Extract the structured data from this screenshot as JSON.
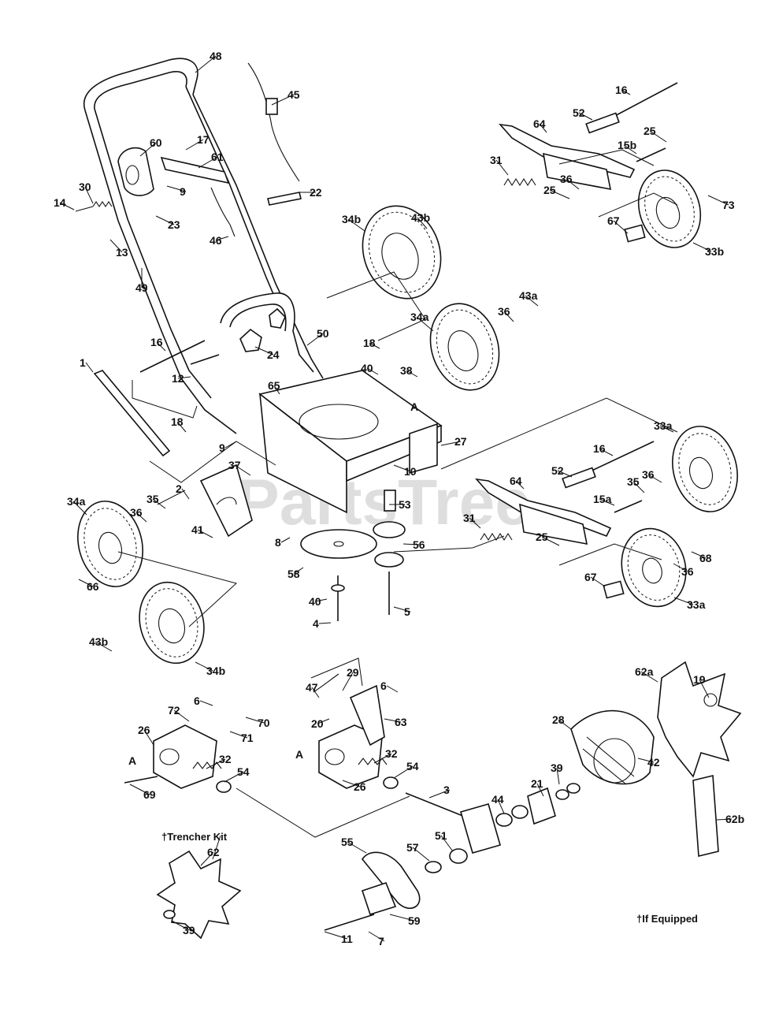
{
  "watermark": "PartsTree",
  "kit_heading": "†Trencher Kit",
  "footnote": "†If Equipped",
  "reference_marks": [
    "A",
    "A",
    "A"
  ],
  "callouts": [
    {
      "id": "c48",
      "label": "48"
    },
    {
      "id": "c45",
      "label": "45"
    },
    {
      "id": "c60",
      "label": "60"
    },
    {
      "id": "c17",
      "label": "17"
    },
    {
      "id": "c61",
      "label": "61"
    },
    {
      "id": "c30",
      "label": "30"
    },
    {
      "id": "c14",
      "label": "14"
    },
    {
      "id": "c9a",
      "label": "9"
    },
    {
      "id": "c22",
      "label": "22"
    },
    {
      "id": "c23",
      "label": "23"
    },
    {
      "id": "c13",
      "label": "13"
    },
    {
      "id": "c46",
      "label": "46"
    },
    {
      "id": "c49",
      "label": "49"
    },
    {
      "id": "c16a",
      "label": "16"
    },
    {
      "id": "c52a",
      "label": "52"
    },
    {
      "id": "c64a",
      "label": "64"
    },
    {
      "id": "c25a",
      "label": "25"
    },
    {
      "id": "c15b",
      "label": "15b"
    },
    {
      "id": "c31a",
      "label": "31"
    },
    {
      "id": "c36a",
      "label": "36"
    },
    {
      "id": "c25b",
      "label": "25"
    },
    {
      "id": "c73",
      "label": "73"
    },
    {
      "id": "c67a",
      "label": "67"
    },
    {
      "id": "c33b",
      "label": "33b"
    },
    {
      "id": "c34b1",
      "label": "34b"
    },
    {
      "id": "c43b1",
      "label": "43b"
    },
    {
      "id": "c43a",
      "label": "43a"
    },
    {
      "id": "c36b",
      "label": "36"
    },
    {
      "id": "c34a1",
      "label": "34a"
    },
    {
      "id": "c50",
      "label": "50"
    },
    {
      "id": "c16b",
      "label": "16"
    },
    {
      "id": "c24",
      "label": "24"
    },
    {
      "id": "c18a",
      "label": "18"
    },
    {
      "id": "c40a",
      "label": "40"
    },
    {
      "id": "c38",
      "label": "38"
    },
    {
      "id": "c1",
      "label": "1"
    },
    {
      "id": "c12",
      "label": "12"
    },
    {
      "id": "c65",
      "label": "65"
    },
    {
      "id": "c27",
      "label": "27"
    },
    {
      "id": "c18b",
      "label": "18"
    },
    {
      "id": "c9b",
      "label": "9"
    },
    {
      "id": "c10",
      "label": "10"
    },
    {
      "id": "c33a1",
      "label": "33a"
    },
    {
      "id": "c16c",
      "label": "16"
    },
    {
      "id": "c37",
      "label": "37"
    },
    {
      "id": "c2",
      "label": "2"
    },
    {
      "id": "c52b",
      "label": "52"
    },
    {
      "id": "c64b",
      "label": "64"
    },
    {
      "id": "c35a",
      "label": "35"
    },
    {
      "id": "c36c",
      "label": "36"
    },
    {
      "id": "c15a",
      "label": "15a"
    },
    {
      "id": "c34a2",
      "label": "34a"
    },
    {
      "id": "c35b",
      "label": "35"
    },
    {
      "id": "c36d",
      "label": "36"
    },
    {
      "id": "c53",
      "label": "53"
    },
    {
      "id": "c41",
      "label": "41"
    },
    {
      "id": "c31b",
      "label": "31"
    },
    {
      "id": "c25c",
      "label": "25"
    },
    {
      "id": "c8",
      "label": "8"
    },
    {
      "id": "c56",
      "label": "56"
    },
    {
      "id": "c68",
      "label": "68"
    },
    {
      "id": "c36e",
      "label": "36"
    },
    {
      "id": "c66",
      "label": "66"
    },
    {
      "id": "c58",
      "label": "58"
    },
    {
      "id": "c67b",
      "label": "67"
    },
    {
      "id": "c40b",
      "label": "40"
    },
    {
      "id": "c5",
      "label": "5"
    },
    {
      "id": "c33a2",
      "label": "33a"
    },
    {
      "id": "c4",
      "label": "4"
    },
    {
      "id": "c43b2",
      "label": "43b"
    },
    {
      "id": "c34b2",
      "label": "34b"
    },
    {
      "id": "c47",
      "label": "47"
    },
    {
      "id": "c29",
      "label": "29"
    },
    {
      "id": "c6a",
      "label": "6"
    },
    {
      "id": "c62a",
      "label": "62a"
    },
    {
      "id": "c19",
      "label": "19"
    },
    {
      "id": "c6b",
      "label": "6"
    },
    {
      "id": "c72",
      "label": "72"
    },
    {
      "id": "c70",
      "label": "70"
    },
    {
      "id": "c20",
      "label": "20"
    },
    {
      "id": "c63",
      "label": "63"
    },
    {
      "id": "c28",
      "label": "28"
    },
    {
      "id": "c26a",
      "label": "26"
    },
    {
      "id": "c71",
      "label": "71"
    },
    {
      "id": "c32a",
      "label": "32"
    },
    {
      "id": "c32b",
      "label": "32"
    },
    {
      "id": "c42",
      "label": "42"
    },
    {
      "id": "c54a",
      "label": "54"
    },
    {
      "id": "c26b",
      "label": "26"
    },
    {
      "id": "c54b",
      "label": "54"
    },
    {
      "id": "c39a",
      "label": "39"
    },
    {
      "id": "c69",
      "label": "69"
    },
    {
      "id": "c21",
      "label": "21"
    },
    {
      "id": "c3",
      "label": "3"
    },
    {
      "id": "c44",
      "label": "44"
    },
    {
      "id": "c62b",
      "label": "62b"
    },
    {
      "id": "c62",
      "label": "62"
    },
    {
      "id": "c51",
      "label": "51"
    },
    {
      "id": "c55",
      "label": "55"
    },
    {
      "id": "c57",
      "label": "57"
    },
    {
      "id": "c39b",
      "label": "39"
    },
    {
      "id": "c59",
      "label": "59"
    },
    {
      "id": "c11",
      "label": "11"
    },
    {
      "id": "c7",
      "label": "7"
    }
  ]
}
